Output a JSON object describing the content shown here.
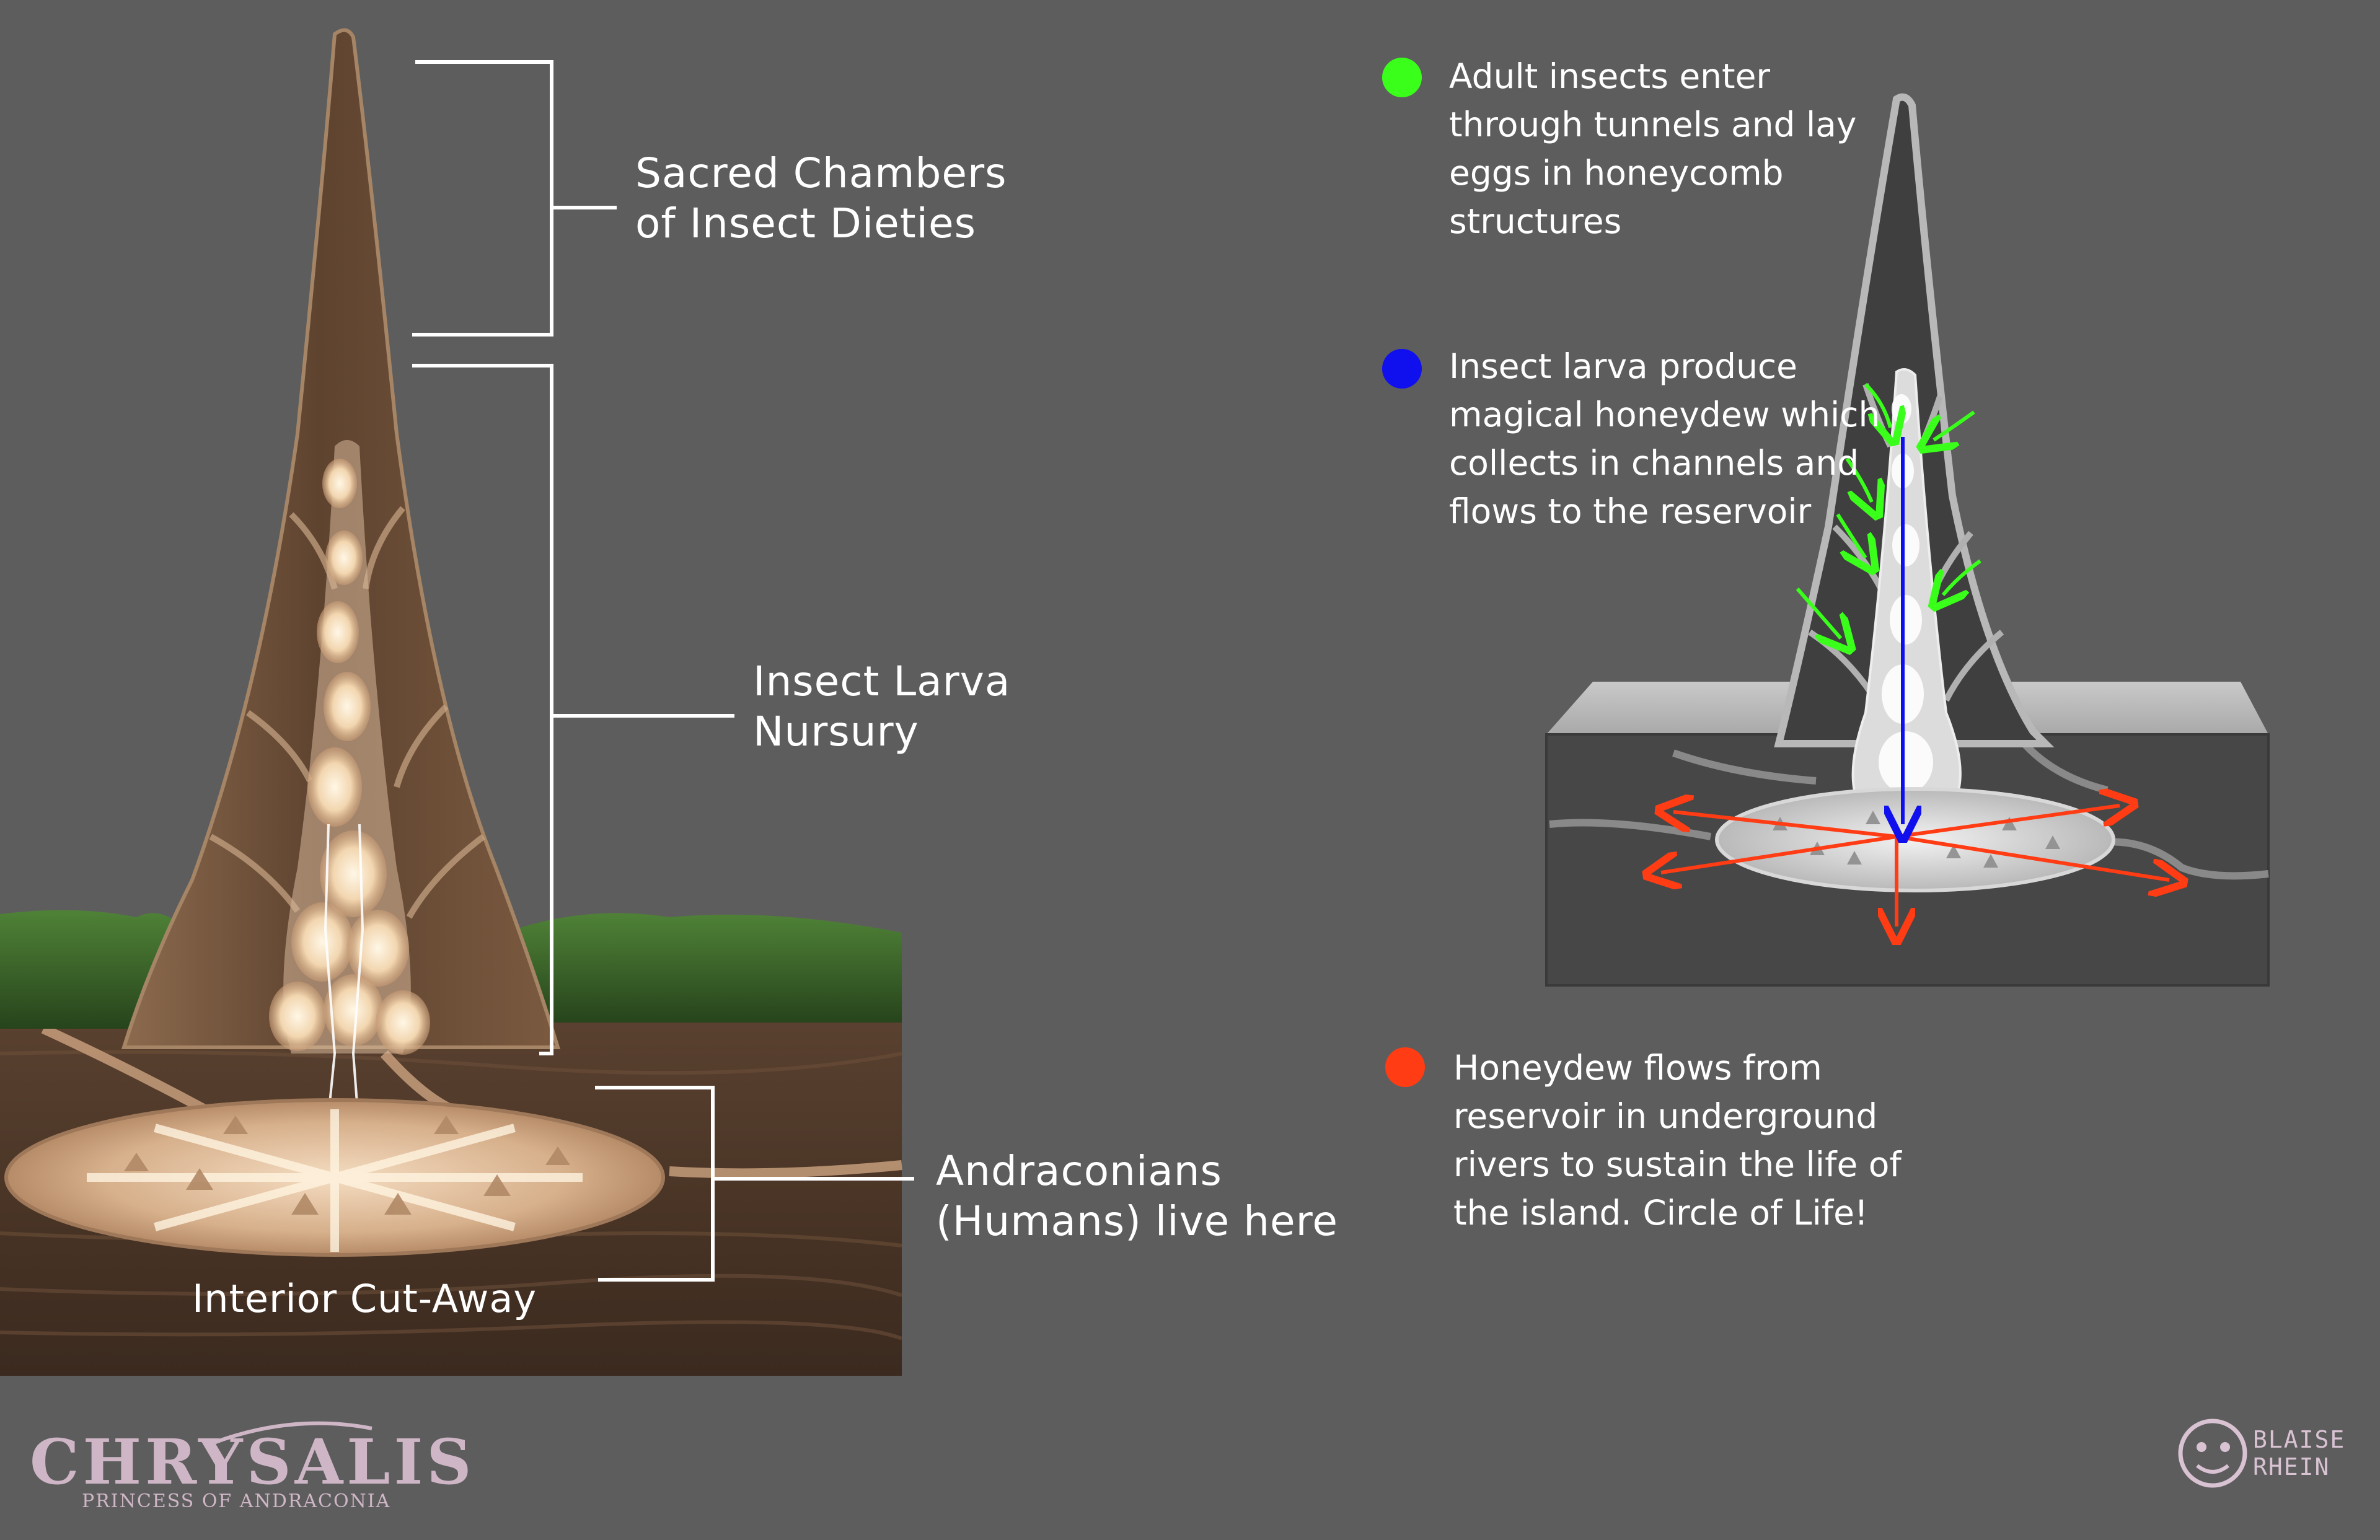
{
  "labels": {
    "sacred": "Sacred Chambers\nof Insect Dieties",
    "nursery": "Insect Larva\nNursury",
    "humans": "Andraconians\n(Humans) live here",
    "cutaway": "Interior Cut-Away"
  },
  "legend": [
    {
      "color": "#39ff1a",
      "text": "Adult insects enter\nthrough tunnels and lay\neggs in honeycomb\nstructures"
    },
    {
      "color": "#1010ee",
      "text": "Insect larva produce\nmagical honeydew which\ncollects in channels and\nflows to the reservoir"
    },
    {
      "color": "#ff3c14",
      "text": "Honeydew flows from\nreservoir in underground\nrivers to sustain the life of\nthe island. Circle of Life!"
    }
  ],
  "logo": {
    "title": "CHRYSALIS",
    "subtitle": "PRINCESS OF ANDRACONIA"
  },
  "signature": "BLAISE\nRHEIN",
  "colors": {
    "background": "#5d5d5d",
    "soil": "#4a3526",
    "forest": "#3e6b2c",
    "glow": "#fff1d6",
    "adult_insects": "#39ff1a",
    "honeydew": "#1010ee",
    "rivers": "#ff3c14"
  }
}
